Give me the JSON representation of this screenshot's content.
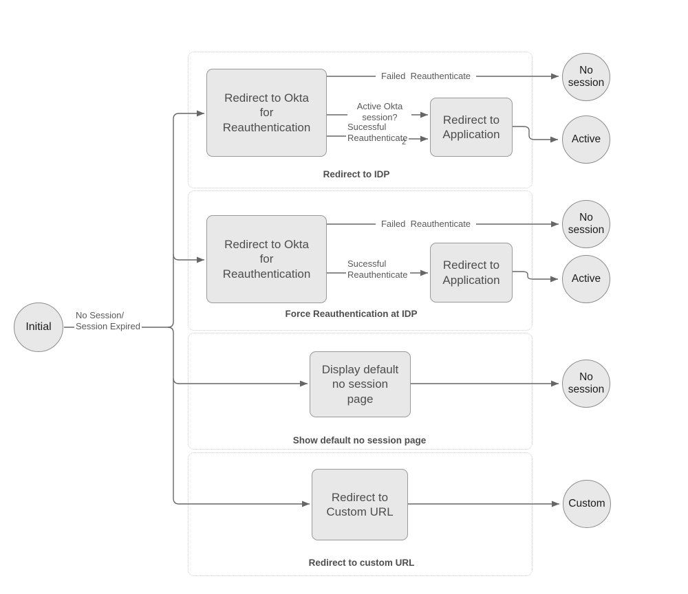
{
  "colors": {
    "canvas_bg": "#ffffff",
    "node_fill": "#e8e8e8",
    "node_border": "#999999",
    "circle_border": "#8c8c8c",
    "line_color": "#666666",
    "node_text": "#4d4d4d",
    "circle_text": "#1a1a1a",
    "label_text": "#595959",
    "group_border": "#cccccc",
    "title_text": "#4d4d4d"
  },
  "nodes": {
    "initial": "Initial",
    "s1_okta": "Redirect to Okta\nfor\nReauthentication",
    "s1_app": "Redirect to\nApplication",
    "s1_no_session": "No\nsession",
    "s1_active": "Active",
    "s2_okta": "Redirect to Okta\nfor\nReauthentication",
    "s2_app": "Redirect to\nApplication",
    "s2_no_session": "No\nsession",
    "s2_active": "Active",
    "s3_display": "Display default\nno session\npage",
    "s3_no_session": "No\nsession",
    "s4_redirect": "Redirect to\nCustom URL",
    "s4_custom": "Custom"
  },
  "groups": {
    "g1_title": "Redirect to IDP",
    "g2_title": "Force Reauthentication at IDP",
    "g3_title": "Show default no session page",
    "g4_title": "Redirect to custom URL"
  },
  "edge_labels": {
    "initial_out": "No Session/\nSession Expired",
    "s1_failed": "Failed  Reauthenticate",
    "s1_active_question": "Active Okta\nsession?",
    "s1_success": "Sucessful\nReauthenticate",
    "s1_success_sub": "2",
    "s2_failed": "Failed  Reauthenticate",
    "s2_success": "Sucessful\nReauthenticate"
  }
}
